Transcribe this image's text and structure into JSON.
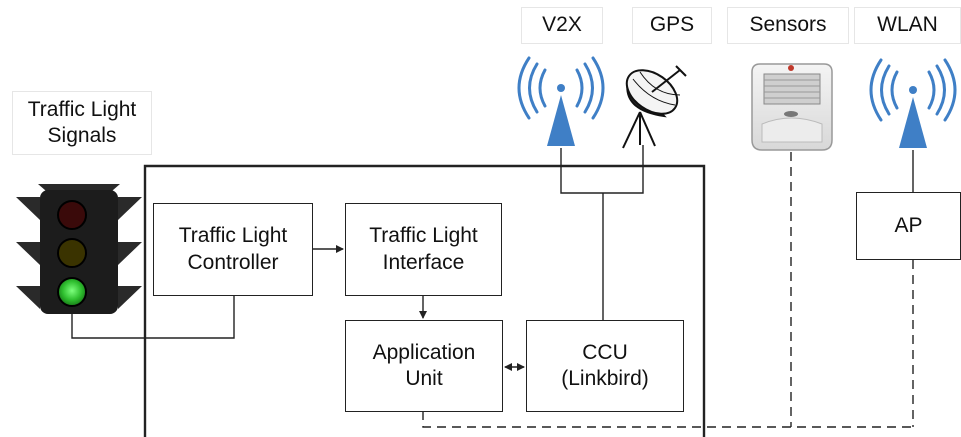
{
  "labels": {
    "v2x": "V2X",
    "gps": "GPS",
    "sensors": "Sensors",
    "wlan": "WLAN",
    "traffic_light_signals": "Traffic Light\nSignals"
  },
  "blocks": {
    "controller": "Traffic Light\nController",
    "interface": "Traffic Light\nInterface",
    "application_unit": "Application\nUnit",
    "ccu": "CCU\n(Linkbird)",
    "ap": "AP"
  },
  "colors": {
    "antenna_blue": "#3f7fc6",
    "line": "#222222",
    "light_red": "#3a0a0a",
    "light_yellow": "#3a3300",
    "light_green": "#2fbf2f",
    "light_housing": "#1c1c1c"
  },
  "icons": {
    "traffic_light": "traffic-light-icon",
    "v2x": "radio-antenna-icon",
    "gps": "satellite-dish-icon",
    "sensors": "sensor-device-icon",
    "wlan": "wifi-antenna-icon"
  }
}
